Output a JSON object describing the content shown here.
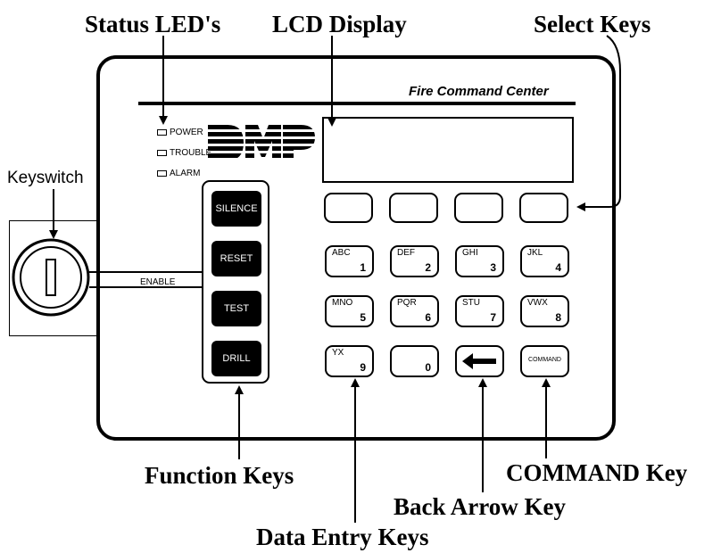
{
  "callouts": {
    "status_leds": "Status LED's",
    "lcd_display": "LCD Display",
    "select_keys": "Select Keys",
    "keyswitch": "Keyswitch",
    "function_keys": "Function Keys",
    "command_key": "COMMAND Key",
    "back_arrow_key": "Back Arrow Key",
    "data_entry_keys": "Data Entry Keys"
  },
  "panel": {
    "brand": "Fire Command Center",
    "logo": "DMP",
    "enable_label": "ENABLE"
  },
  "leds": [
    "POWER",
    "TROUBLE",
    "ALARM"
  ],
  "function_keys": [
    "SILENCE",
    "RESET",
    "TEST",
    "DRILL"
  ],
  "data_keys": [
    {
      "letters": "ABC",
      "number": "1"
    },
    {
      "letters": "DEF",
      "number": "2"
    },
    {
      "letters": "GHI",
      "number": "3"
    },
    {
      "letters": "JKL",
      "number": "4"
    },
    {
      "letters": "MNO",
      "number": "5"
    },
    {
      "letters": "PQR",
      "number": "6"
    },
    {
      "letters": "STU",
      "number": "7"
    },
    {
      "letters": "VWX",
      "number": "8"
    },
    {
      "letters": "YX",
      "number": "9"
    },
    {
      "letters": "",
      "number": "0"
    }
  ],
  "command_key_label": "COMMAND",
  "icons": {
    "back_arrow": "left-arrow-icon",
    "keyswitch": "keyswitch-icon"
  }
}
